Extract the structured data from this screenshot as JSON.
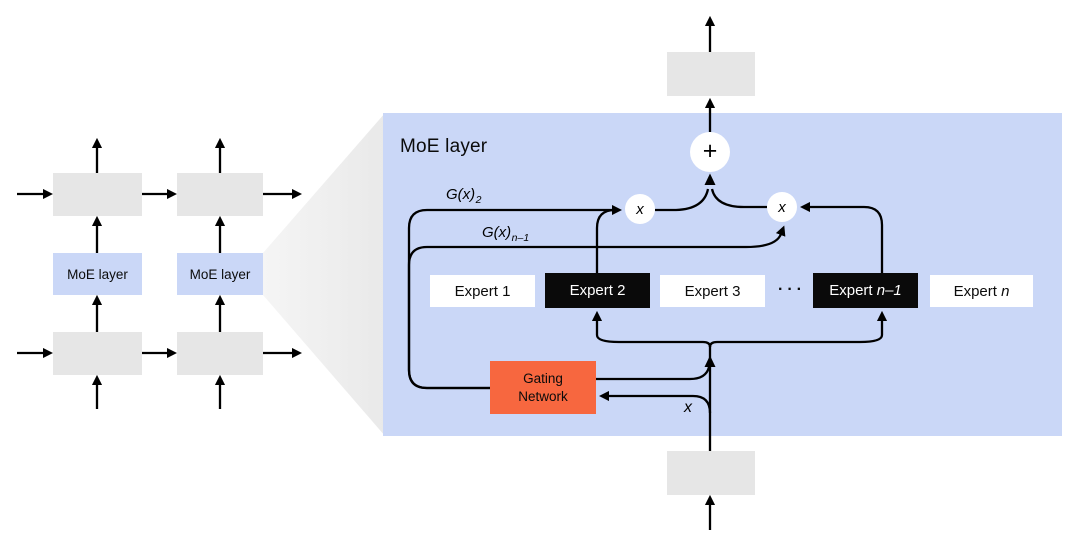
{
  "colors": {
    "panel_blue": "#cad7f7",
    "box_gray": "#e6e6e6",
    "expert_black": "#0a0a0a",
    "expert_white": "#ffffff",
    "gating_orange": "#f7673f",
    "line_black": "#000000",
    "wedge_gray_light": "#f5f5f5",
    "wedge_gray_dark": "#e9e9e9"
  },
  "left_diagram": {
    "moe_layer_label": "MoE layer"
  },
  "panel": {
    "title": "MoE layer",
    "g2": {
      "main": "G(x)",
      "sub": "2"
    },
    "gn": {
      "main": "G(x)",
      "sub": "n–1"
    },
    "multiply": "x",
    "add": "+",
    "dots": "···",
    "input_label": "x",
    "gating": {
      "line1": "Gating",
      "line2": "Network"
    },
    "experts": [
      {
        "prefix": "Expert 1",
        "italic": ""
      },
      {
        "prefix": "Expert 2",
        "italic": ""
      },
      {
        "prefix": "Expert 3",
        "italic": ""
      },
      {
        "prefix": "Expert ",
        "italic": "n–1"
      },
      {
        "prefix": "Expert ",
        "italic": "n"
      }
    ]
  }
}
